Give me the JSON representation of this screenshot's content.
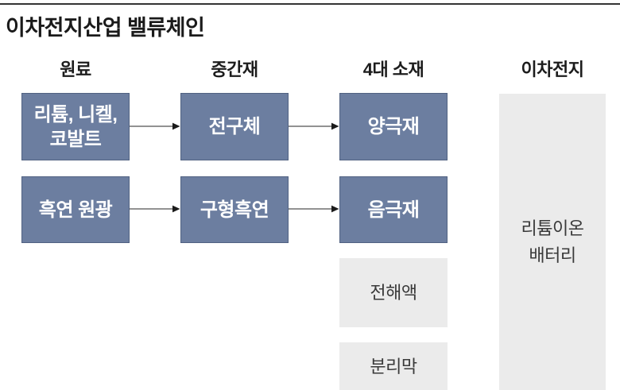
{
  "title": "이차전지산업 밸류체인",
  "colors": {
    "primary_box": "#6c7ea0",
    "secondary_box": "#ebebeb",
    "primary_text": "#ffffff",
    "secondary_text": "#3a3a3a",
    "rule": "#343434",
    "arrow_line": "#6e6e6e",
    "arrow_head": "#1b1b1b"
  },
  "columns": [
    {
      "header": "원료"
    },
    {
      "header": "중간재"
    },
    {
      "header": "4대 소재"
    },
    {
      "header": "이차전지"
    }
  ],
  "nodes": {
    "raw1": {
      "line1": "리튬, 니켈,",
      "line2": "코발트"
    },
    "raw2": {
      "label": "흑연 원광"
    },
    "mid1": {
      "label": "전구체"
    },
    "mid2": {
      "label": "구형흑연"
    },
    "mat1": {
      "label": "양극재"
    },
    "mat2": {
      "label": "음극재"
    },
    "mat3": {
      "label": "전해액"
    },
    "mat4": {
      "label": "분리막"
    },
    "battery": {
      "line1": "리튬이온",
      "line2": "배터리"
    }
  }
}
